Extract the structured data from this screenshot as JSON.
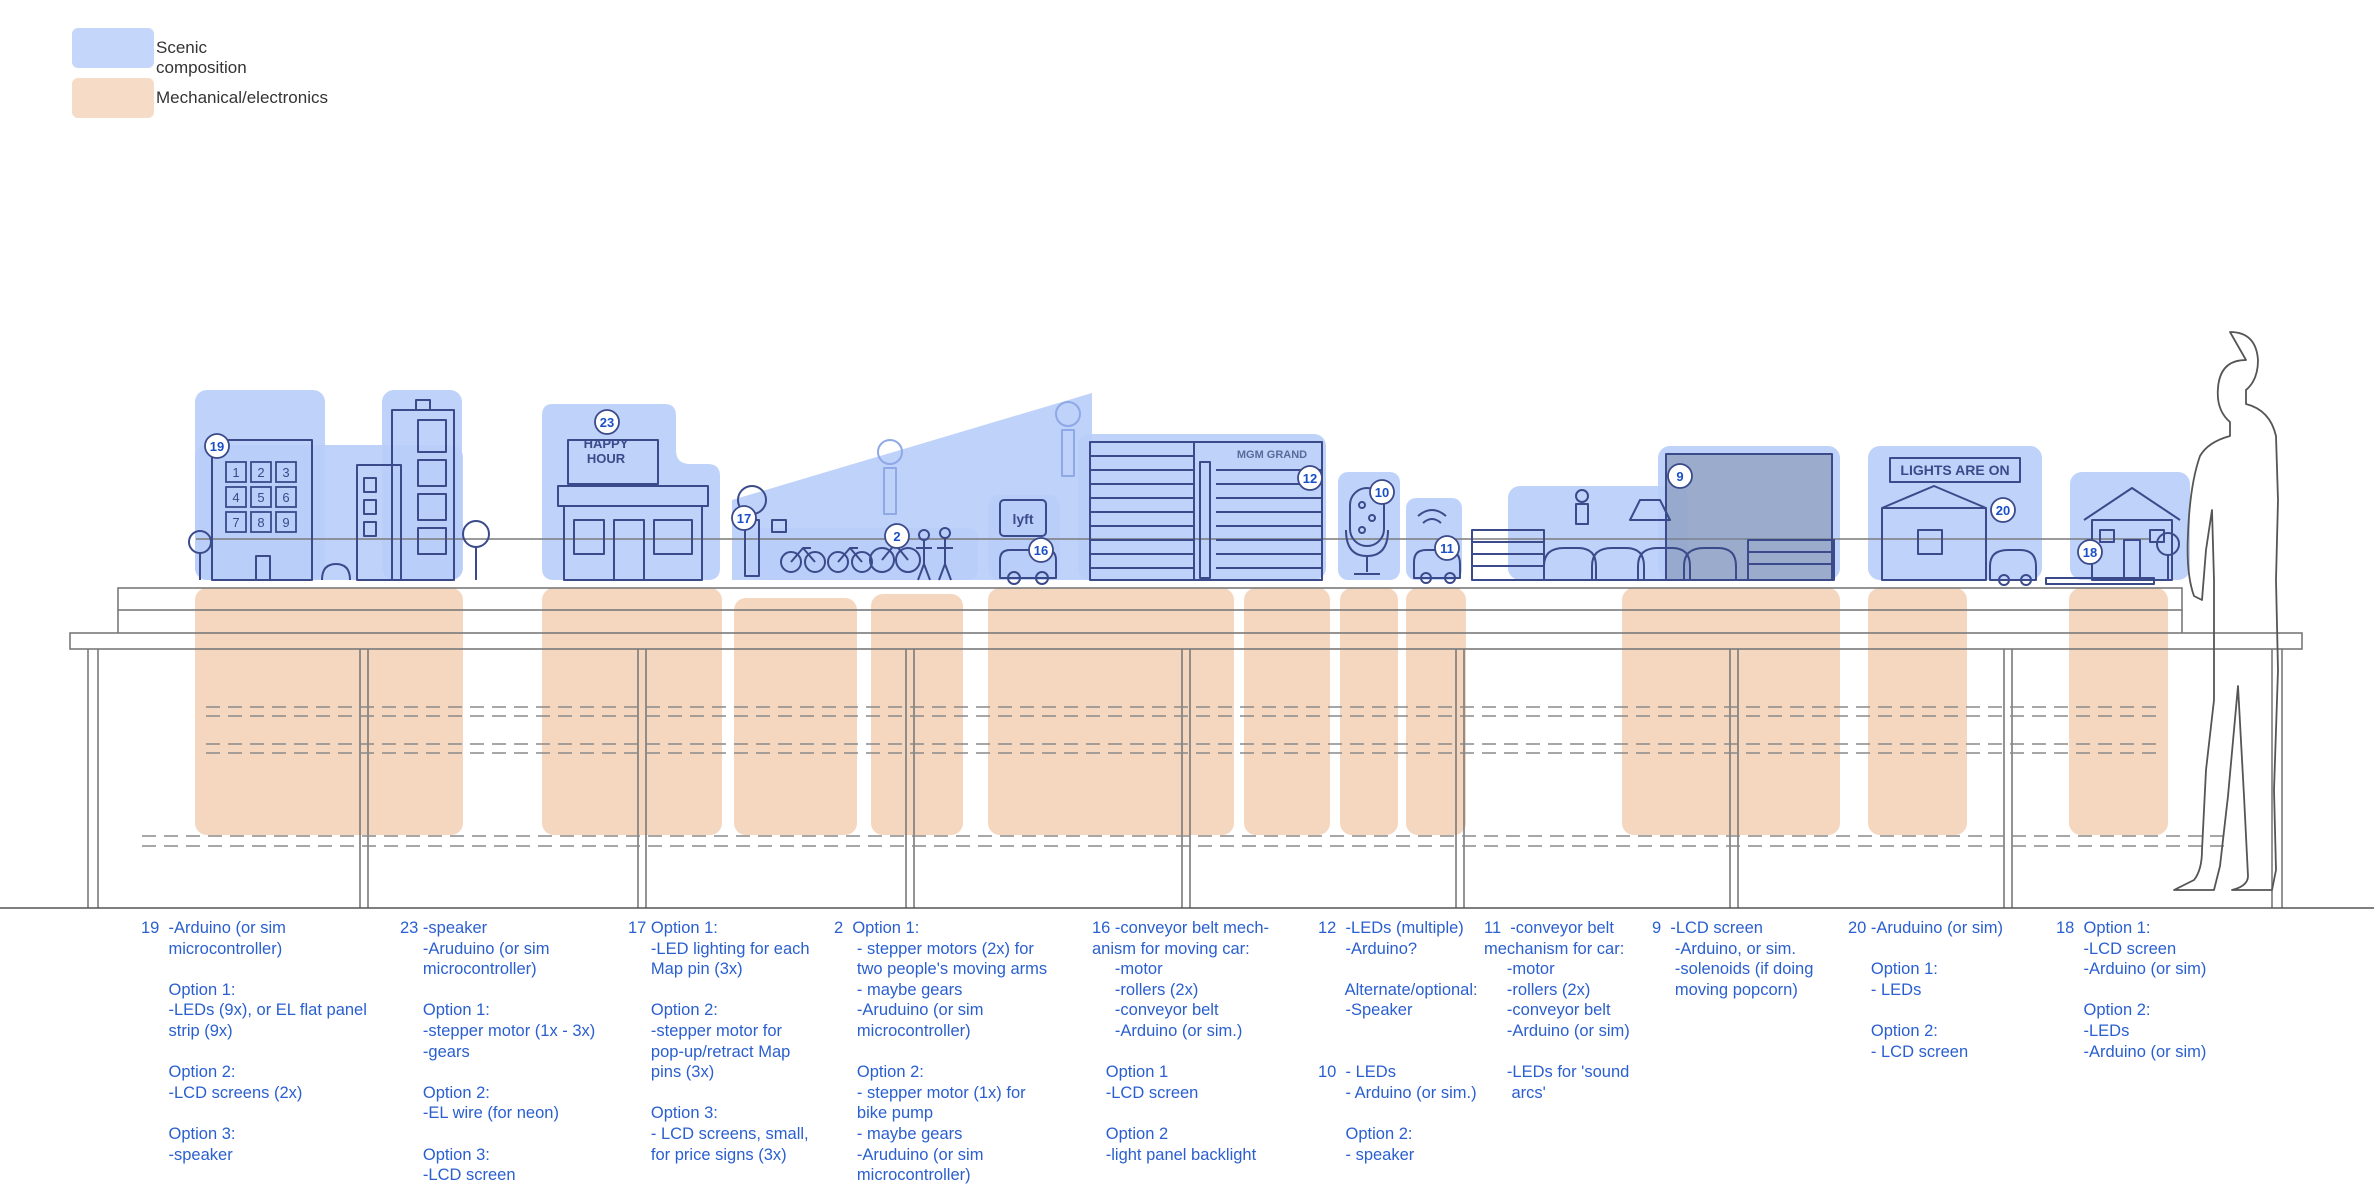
{
  "legend": {
    "scenic": {
      "label": "Scenic composition",
      "color": "#c5d6fb"
    },
    "mech": {
      "label": "Mechanical/electronics",
      "color": "#f6dcc7"
    }
  },
  "colors": {
    "blue_fill": "#b8cefa",
    "peach_fill": "#f5d6bf",
    "line_gray": "#777777",
    "outline": "#3a4a8a",
    "note_text": "#2a5fd0",
    "badge_text": "#1a4fc6"
  },
  "badges": [
    "19",
    "23",
    "17",
    "2",
    "16",
    "12",
    "10",
    "11",
    "9",
    "20",
    "18"
  ],
  "signs": {
    "happy_hour": "HAPPY\nHOUR",
    "mgm": "MGM GRAND",
    "lights": "LIGHTS ARE ON",
    "lyft": "lyft",
    "keypad": [
      "1",
      "2",
      "3",
      "4",
      "5",
      "6",
      "7",
      "8",
      "9"
    ]
  },
  "notes": [
    {
      "id": "19",
      "text": "19  -Arduino (or sim\n      microcontroller)\n\n      Option 1:\n      -LEDs (9x), or EL flat panel\n      strip (9x)\n\n      Option 2:\n      -LCD screens (2x)\n\n      Option 3:\n      -speaker"
    },
    {
      "id": "23",
      "text": "23 -speaker\n     -Aruduino (or sim\n     microcontroller)\n\n     Option 1:\n     -stepper motor (1x - 3x)\n     -gears\n\n     Option 2:\n     -EL wire (for neon)\n\n     Option 3:\n     -LCD screen"
    },
    {
      "id": "17",
      "text": "17 Option 1:\n     -LED lighting for each\n     Map pin (3x)\n\n     Option 2:\n     -stepper motor for\n     pop-up/retract Map\n     pins (3x)\n\n     Option 3:\n     - LCD screens, small,\n     for price signs (3x)"
    },
    {
      "id": "2",
      "text": "2  Option 1:\n     - stepper motors (2x) for\n     two people's moving arms\n     - maybe gears\n     -Aruduino (or sim\n     microcontroller)\n\n     Option 2:\n     - stepper motor (1x) for\n     bike pump\n     - maybe gears\n     -Aruduino (or sim\n     microcontroller)"
    },
    {
      "id": "16",
      "text": "16 -conveyor belt mech-\nanism for moving car:\n     -motor\n     -rollers (2x)\n     -conveyor belt\n     -Arduino (or sim.)\n\n   Option 1\n   -LCD screen\n\n   Option 2\n   -light panel backlight"
    },
    {
      "id": "12",
      "text": "12  -LEDs (multiple)\n      -Arduino?\n\n      Alternate/optional:\n      -Speaker\n\n\n10  - LEDs\n      - Arduino (or sim.)\n\n      Option 2:\n      - speaker"
    },
    {
      "id": "11",
      "text": "11  -conveyor belt\nmechanism for car:\n     -motor\n     -rollers (2x)\n     -conveyor belt\n     -Arduino (or sim)\n\n     -LEDs for 'sound\n      arcs'"
    },
    {
      "id": "9",
      "text": "9  -LCD screen\n     -Arduino, or sim.\n     -solenoids (if doing\n     moving popcorn)"
    },
    {
      "id": "20",
      "text": "20 -Aruduino (or sim)\n\n     Option 1:\n     - LEDs\n\n     Option 2:\n     - LCD screen"
    },
    {
      "id": "18",
      "text": "18  Option 1:\n      -LCD screen\n      -Arduino (or sim)\n\n      Option 2:\n      -LEDs\n      -Arduino (or sim)"
    }
  ]
}
